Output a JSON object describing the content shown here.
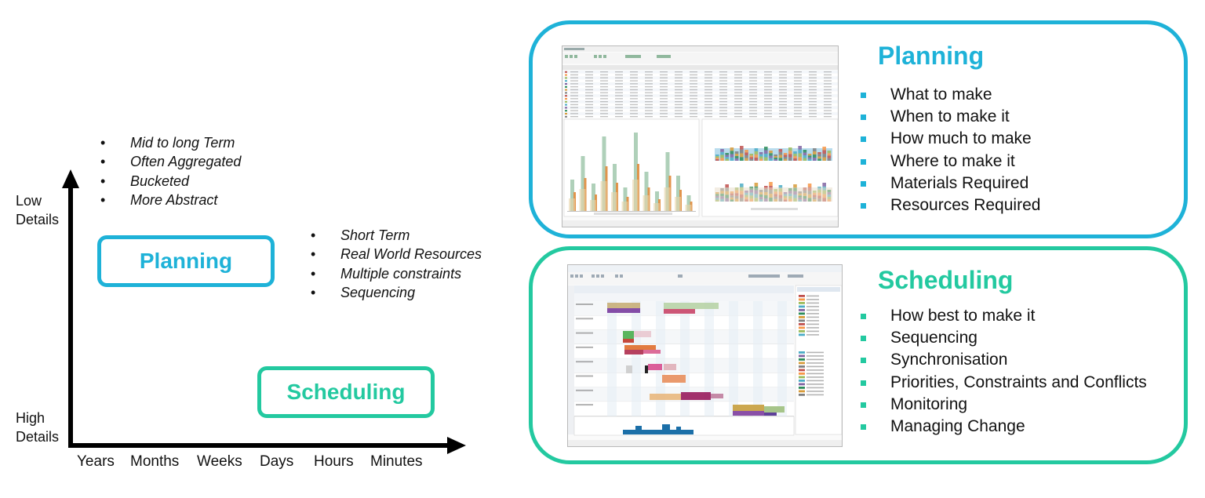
{
  "axes": {
    "y_low_line1": "Low",
    "y_low_line2": "Details",
    "y_high_line1": "High",
    "y_high_line2": "Details",
    "x_ticks": [
      "Years",
      "Months",
      "Weeks",
      "Days",
      "Hours",
      "Minutes"
    ]
  },
  "planning_bullets": [
    "Mid to long Term",
    "Often Aggregated",
    "Bucketed",
    "More Abstract"
  ],
  "scheduling_bullets": [
    "Short Term",
    "Real World Resources",
    "Multiple constraints",
    "Sequencing"
  ],
  "planning_box_label": "Planning",
  "scheduling_box_label": "Scheduling",
  "planning_panel": {
    "title": "Planning",
    "items": [
      "What to make",
      "When to make it",
      "How much to make",
      "Where to make it",
      "Materials Required",
      "Resources Required"
    ]
  },
  "scheduling_panel": {
    "title": "Scheduling",
    "items": [
      "How best to make it",
      "Sequencing",
      "Synchronisation",
      "Priorities, Constraints and Conflicts",
      "Monitoring",
      "Managing Change"
    ]
  },
  "colors": {
    "planning": "#1eb2d8",
    "scheduling": "#23c9a0",
    "axis": "#000000"
  }
}
